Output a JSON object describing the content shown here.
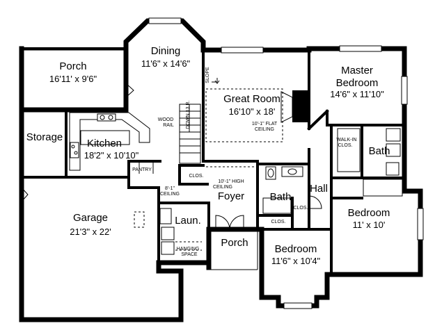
{
  "rooms": {
    "porch_back": {
      "name": "Porch",
      "dims": "16'11' x 9'6\""
    },
    "dining": {
      "name": "Dining",
      "dims": "11'6\" x 14'6\""
    },
    "great_room": {
      "name": "Great Room",
      "dims": "16'10\" x 18'"
    },
    "master_bedroom": {
      "name_line1": "Master",
      "name_line2": "Bedroom",
      "dims": "14'6\" x 11'10\""
    },
    "storage": {
      "name": "Storage"
    },
    "kitchen": {
      "name": "Kitchen",
      "dims": "18'2\" x 10'10\""
    },
    "master_bath": {
      "name": "Bath"
    },
    "bath": {
      "name": "Bath"
    },
    "hall": {
      "name": "Hall"
    },
    "foyer": {
      "name": "Foyer"
    },
    "garage": {
      "name": "Garage",
      "dims": "21'3\" x 22'"
    },
    "laundry": {
      "name": "Laun."
    },
    "bedroom_right": {
      "name": "Bedroom",
      "dims": "11' x 10'"
    },
    "porch_front": {
      "name": "Porch"
    },
    "bedroom_bottom": {
      "name": "Bedroom",
      "dims": "11'6\" x 10'4\""
    }
  },
  "notes": {
    "slope": "SLOPE",
    "wood_rail_1": "WOOD",
    "wood_rail_2": "RAIL",
    "down": "DOWN 13 R.",
    "flat_ceiling_1": "10'-1\" FLAT",
    "flat_ceiling_2": "CEILING",
    "high_ceiling_1": "10'-1\" HIGH",
    "high_ceiling_2": "CEILING",
    "pantry": "PANTRY",
    "clos_foyer": "CLOS.",
    "clos_hall": "CLOS.",
    "clos_bath": "CLOS.",
    "ceiling_8_1": "8'-1\"",
    "ceiling_8_2": "CEILING",
    "walkin_1": "WALK-IN",
    "walkin_2": "CLOS.",
    "hanging_1": "HANGING",
    "hanging_2": "SPACE"
  }
}
